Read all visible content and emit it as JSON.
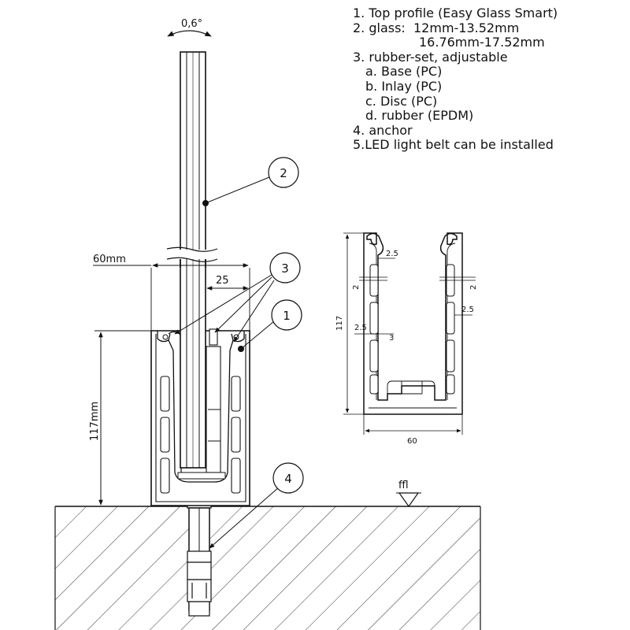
{
  "legend": {
    "item1": "1. Top profile (Easy Glass Smart)",
    "item2a": "2. glass:  12mm-13.52mm",
    "item2b": "16.76mm-17.52mm",
    "item3": "3. rubber-set, adjustable",
    "item3a": "a. Base (PC)",
    "item3b": "b. Inlay (PC)",
    "item3c": "c. Disc (PC)",
    "item3d": "d. rubber (EPDM)",
    "item4": "4. anchor",
    "item5": "5.LED light belt can be installed"
  },
  "callouts": {
    "c1": "1",
    "c2": "2",
    "c3": "3",
    "c4": "4"
  },
  "dimensions": {
    "tilt": "0,6°",
    "width_60mm": "60mm",
    "offset_25": "25",
    "height_117mm": "117mm",
    "ffl": "ffl"
  },
  "section": {
    "height_117": "117",
    "width_60": "60",
    "wall_2_5_top": "2.5",
    "wall_2_left": "2",
    "wall_2_right": "2",
    "wall_2_5_right": "2.5",
    "wall_2_5_left": "2.5",
    "wall_3": "3"
  }
}
